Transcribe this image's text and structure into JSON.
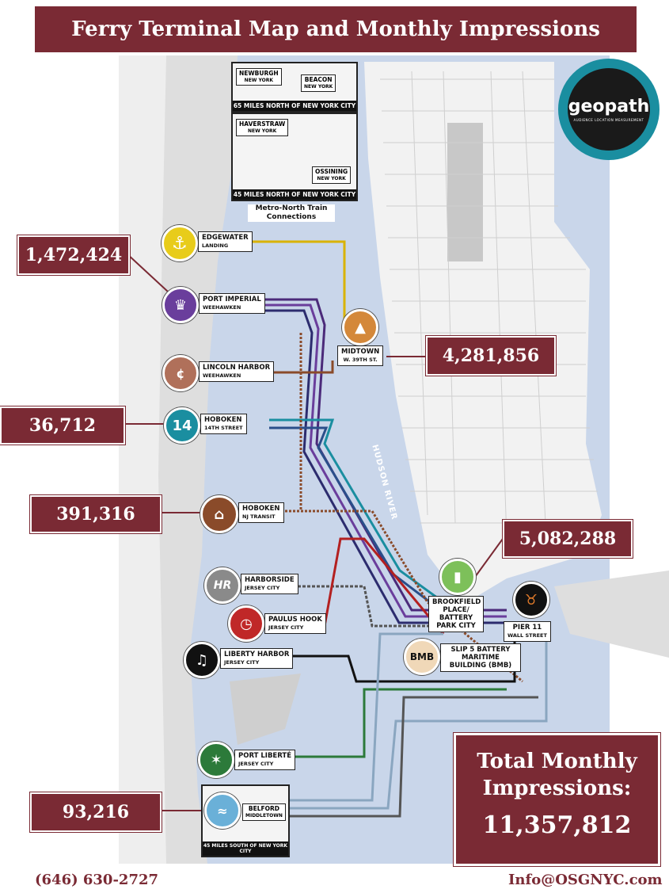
{
  "title": "Ferry Terminal Map and Monthly Impressions",
  "brand": {
    "name": "geopath",
    "tagline": "AUDIENCE LOCATION MEASUREMENT"
  },
  "colors": {
    "maroon": "#7a2a34",
    "teal": "#1a8ea0"
  },
  "river_label": "HUDSON RIVER",
  "metro_north": "Metro-North Train Connections",
  "insets": [
    {
      "name": "NEWBURGH",
      "sub": "NEW YORK",
      "name2": "BEACON",
      "sub2": "NEW YORK",
      "footer": "65 MILES NORTH OF NEW YORK CITY"
    },
    {
      "name": "HAVERSTRAW",
      "sub": "NEW YORK",
      "name2": "OSSINING",
      "sub2": "NEW YORK",
      "footer": "45 MILES NORTH OF NEW YORK CITY"
    },
    {
      "name": "BELFORD",
      "sub": "MIDDLETOWN",
      "footer": "45 MILES SOUTH OF NEW YORK CITY"
    }
  ],
  "terminals": [
    {
      "name": "EDGEWATER",
      "sub": "LANDING",
      "icon": "anchor-icon"
    },
    {
      "name": "PORT IMPERIAL",
      "sub": "WEEHAWKEN",
      "icon": "crown-icon"
    },
    {
      "name": "LINCOLN HARBOR",
      "sub": "WEEHAWKEN",
      "icon": "penny-icon"
    },
    {
      "name": "HOBOKEN",
      "sub": "14TH STREET",
      "icon": "14-icon",
      "icon_text": "14"
    },
    {
      "name": "HOBOKEN",
      "sub": "NJ TRANSIT",
      "icon": "clocktower-icon"
    },
    {
      "name": "HARBORSIDE",
      "sub": "JERSEY CITY",
      "icon": "hr-icon",
      "icon_text": "HR"
    },
    {
      "name": "PAULUS HOOK",
      "sub": "JERSEY CITY",
      "icon": "clock-icon"
    },
    {
      "name": "LIBERTY HARBOR",
      "sub": "JERSEY CITY",
      "icon": "bell-icon"
    },
    {
      "name": "PORT LIBERTÉ",
      "sub": "JERSEY CITY",
      "icon": "liberty-icon"
    },
    {
      "name": "MIDTOWN",
      "sub": "W. 39TH ST.",
      "icon": "empire-state-icon"
    },
    {
      "name": "BROOKFIELD PLACE/ BATTERY PARK CITY",
      "sub": "",
      "icon": "tower-icon"
    },
    {
      "name": "PIER 11",
      "sub": "WALL STREET",
      "icon": "bull-icon"
    },
    {
      "name": "SLIP 5 BATTERY MARITIME BUILDING (BMB)",
      "sub": "",
      "icon": "bmb-icon",
      "icon_text": "BMB"
    }
  ],
  "impressions": {
    "port_imperial": "1,472,424",
    "midtown": "4,281,856",
    "hoboken_14th": "36,712",
    "hoboken_nj_transit": "391,316",
    "brookfield": "5,082,288",
    "belford": "93,216"
  },
  "total": {
    "label": "Total Monthly Impressions:",
    "value": "11,357,812"
  },
  "footer": {
    "phone": "(646) 630-2727",
    "email": "Info@OSGNYC.com"
  }
}
